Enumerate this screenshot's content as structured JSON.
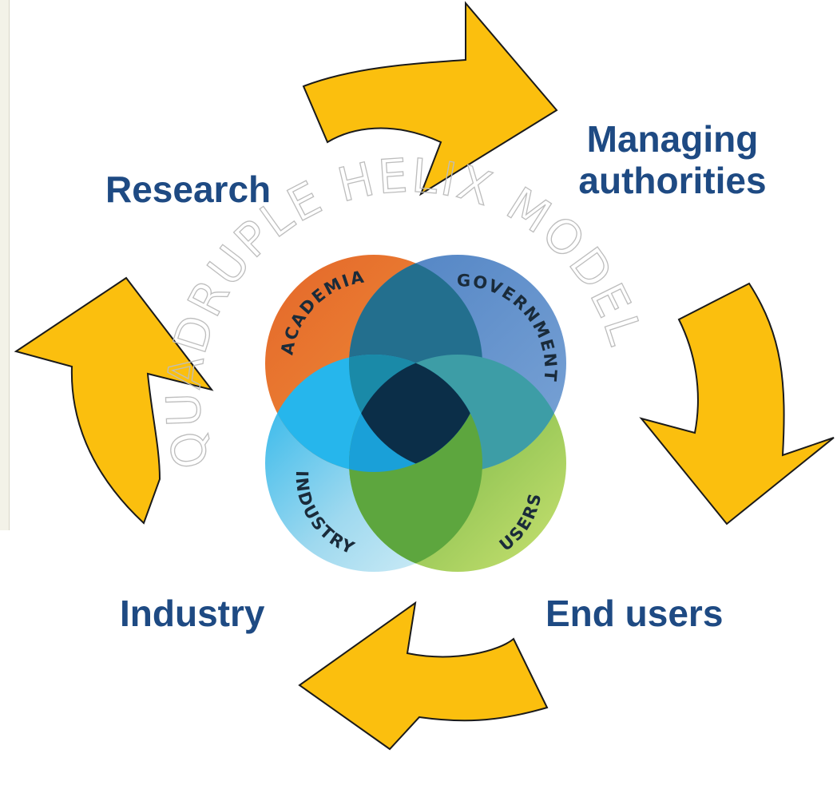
{
  "stakeholders": {
    "research": "Research",
    "managing_line1": "Managing",
    "managing_line2": "authorities",
    "industry": "Industry",
    "end_users": "End users"
  },
  "model": {
    "title": "QUADRUPLE HELIX MODEL",
    "circles": {
      "academia": "ACADEMIA",
      "government": "GOVERNMENT",
      "industry": "INDUSTRY",
      "users": "USERS"
    }
  },
  "colors": {
    "arrow_fill": "#fbbf0e",
    "arrow_stroke": "#1a1a1a",
    "label_text": "#1e4a83",
    "academia": "#e9772c",
    "government": "#5f8fcb",
    "industry": "#23b4ea",
    "users": "#9fcb3c",
    "center": "#0b2e48",
    "title_watermark": "#bdbdbd"
  }
}
